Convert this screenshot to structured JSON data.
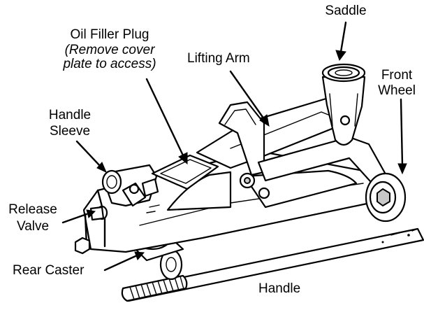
{
  "labels": {
    "saddle": "Saddle",
    "oil_filler_plug": "Oil Filler Plug",
    "oil_note_line1": "(Remove cover",
    "oil_note_line2": "plate to access)",
    "lifting_arm": "Lifting Arm",
    "front_wheel_line1": "Front",
    "front_wheel_line2": "Wheel",
    "handle_sleeve_line1": "Handle",
    "handle_sleeve_line2": "Sleeve",
    "release_valve_line1": "Release",
    "release_valve_line2": "Valve",
    "rear_caster": "Rear Caster",
    "handle": "Handle"
  }
}
